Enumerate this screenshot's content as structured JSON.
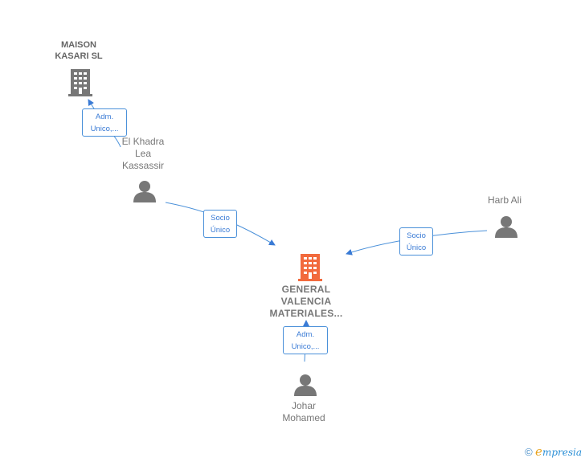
{
  "nodes": {
    "maison": {
      "label": "MAISON\nKASARI  SL"
    },
    "elkhadra": {
      "label": "El Khadra\nLea\nKassassir"
    },
    "harb": {
      "label": "Harb Ali"
    },
    "general": {
      "label": "GENERAL\nVALENCIA\nMATERIALES..."
    },
    "johar": {
      "label": "Johar\nMohamed"
    }
  },
  "relations": {
    "r1": {
      "label": "Adm.\nUnico,..."
    },
    "r2": {
      "label": "Socio\nÚnico"
    },
    "r3": {
      "label": "Socio\nÚnico"
    },
    "r4": {
      "label": "Adm.\nUnico,..."
    }
  },
  "footer": {
    "copyright": "©",
    "brand_e": "e",
    "brand_rest": "mpresia"
  },
  "colors": {
    "edge": "#4a90d9",
    "company_main": "#f26a3d",
    "company": "#777777",
    "person": "#777777"
  }
}
